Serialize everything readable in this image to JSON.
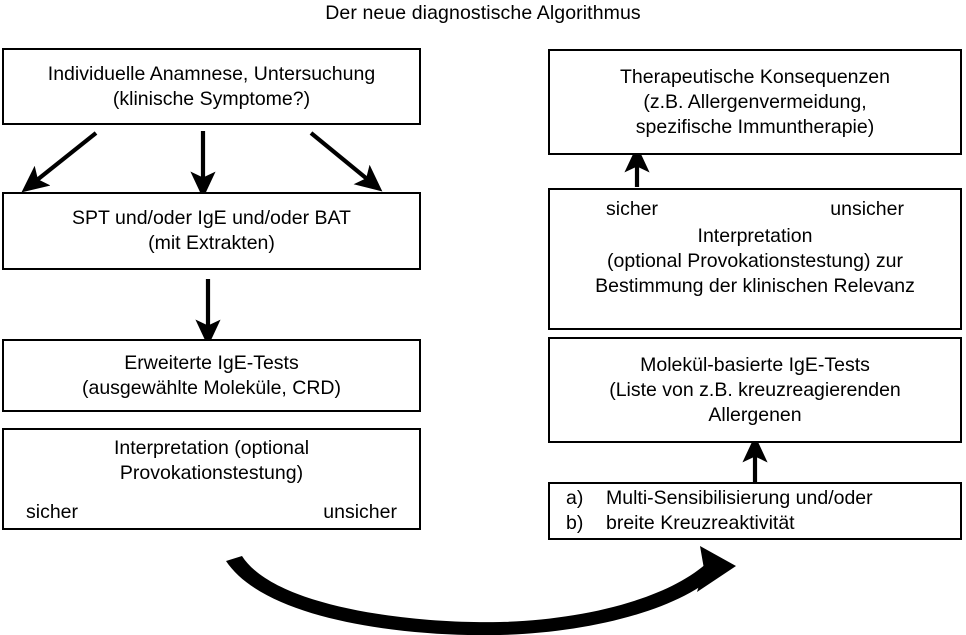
{
  "diagram": {
    "title": "Der neue diagnostische Algorithmus",
    "left_column": {
      "anamnese": {
        "line1": "Individuelle Anamnese, Untersuchung",
        "line2": "(klinische Symptome?)"
      },
      "spt": {
        "line1": "SPT und/oder IgE und/oder BAT",
        "line2": "(mit Extrakten)"
      },
      "erweiterte_tests": {
        "line1": "Erweiterte IgE-Tests",
        "line2": "(ausgewählte Moleküle, CRD)"
      },
      "interpretation": {
        "line1": "Interpretation (optional",
        "line2": "Provokationstestung)",
        "sicher": "sicher",
        "unsicher": "unsicher"
      }
    },
    "right_column": {
      "therapie": {
        "line1": "Therapeutische Konsequenzen",
        "line2": "(z.B. Allergenvermeidung,",
        "line3": "spezifische Immuntherapie)"
      },
      "interpretation": {
        "sicher": "sicher",
        "unsicher": "unsicher",
        "line1": "Interpretation",
        "line2": "(optional Provokationstestung) zur",
        "line3": "Bestimmung der klinischen Relevanz"
      },
      "molekuel_tests": {
        "line1": "Molekül-basierte IgE-Tests",
        "line2": "(Liste von z.B. kreuzreagierenden",
        "line3": "Allergenen"
      },
      "multi_sensibilisierung": {
        "marker_a": "a)",
        "item_a": "Multi-Sensibilisierung und/oder",
        "marker_b": "b)",
        "item_b": "breite Kreuzreaktivität"
      }
    },
    "colors": {
      "stroke": "#000000",
      "background": "#ffffff",
      "text": "#000000"
    },
    "connectors": [
      {
        "name": "anamnese-to-spt-left",
        "shape": "diagonal-arrow-down-left"
      },
      {
        "name": "anamnese-to-spt-center",
        "shape": "straight-arrow-down"
      },
      {
        "name": "anamnese-to-spt-right",
        "shape": "diagonal-arrow-down-right"
      },
      {
        "name": "spt-to-erweiterte",
        "shape": "straight-arrow-down"
      },
      {
        "name": "interpretation-to-therapie",
        "shape": "straight-arrow-up"
      },
      {
        "name": "multi-to-molekuel",
        "shape": "straight-arrow-up"
      },
      {
        "name": "interpretation-links-to-multi",
        "shape": "curved-arrow-right"
      }
    ]
  }
}
